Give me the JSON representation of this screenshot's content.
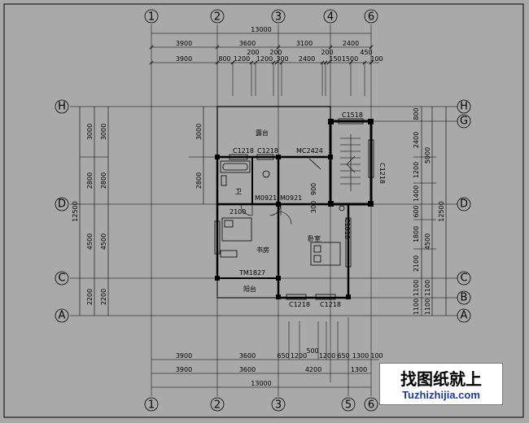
{
  "axes": {
    "vertical": [
      "1",
      "2",
      "3",
      "4",
      "6"
    ],
    "vertical_bottom": [
      "1",
      "2",
      "3",
      "5",
      "6"
    ],
    "horizontal_left": [
      "H",
      "D",
      "C",
      "A"
    ],
    "horizontal_right": [
      "H",
      "G",
      "D",
      "C",
      "B",
      "A"
    ]
  },
  "top_dims": {
    "total": "13000",
    "row1": [
      "3900",
      "3600",
      "3100",
      "2400"
    ],
    "row2": [
      "3900",
      "800",
      "1200",
      "200",
      "1200",
      "200",
      "300",
      "2400",
      "200",
      "150",
      "1500",
      "450",
      "100"
    ]
  },
  "bottom_dims": {
    "row1": [
      "3900",
      "3600",
      "650",
      "1200",
      "500",
      "1200",
      "650",
      "1300",
      "100"
    ],
    "row2": [
      "3900",
      "3600",
      "4200",
      "1300"
    ],
    "total": "13000"
  },
  "left_dims": {
    "outer_total": "12500",
    "outer": [
      "3000",
      "2800",
      "4500",
      "2200"
    ],
    "inner": [
      "3000",
      "2800",
      "4500",
      "2200"
    ]
  },
  "right_dims": {
    "total": "12500",
    "col_a": [
      "800",
      "2400",
      "1200",
      "1400",
      "600",
      "1800",
      "2100",
      "1100",
      "1100"
    ],
    "col_b": [
      "5000",
      "4500",
      "1100",
      "1100"
    ]
  },
  "rooms": {
    "terrace": "露台",
    "study": "书房",
    "bedroom": "卧室",
    "balcony": "阳台",
    "bath": "卫"
  },
  "labels": {
    "c1518": "C1518",
    "c1218_a": "C1218",
    "c1218_b": "C1218",
    "mc2424": "MC2424",
    "c1218_right": "C1218",
    "m0921_a": "M0921",
    "m0921_b": "M0921",
    "tm1827": "TM1827",
    "c1218_bot_a": "C1218",
    "c1218_bot_b": "C1218",
    "c1818": "C1818",
    "d3000": "3000",
    "d2800": "2800",
    "d2100": "2100",
    "d900": "900",
    "d300": "300"
  },
  "watermark": {
    "title": "找图纸就上",
    "url": "Tuzhizhijia.com"
  }
}
